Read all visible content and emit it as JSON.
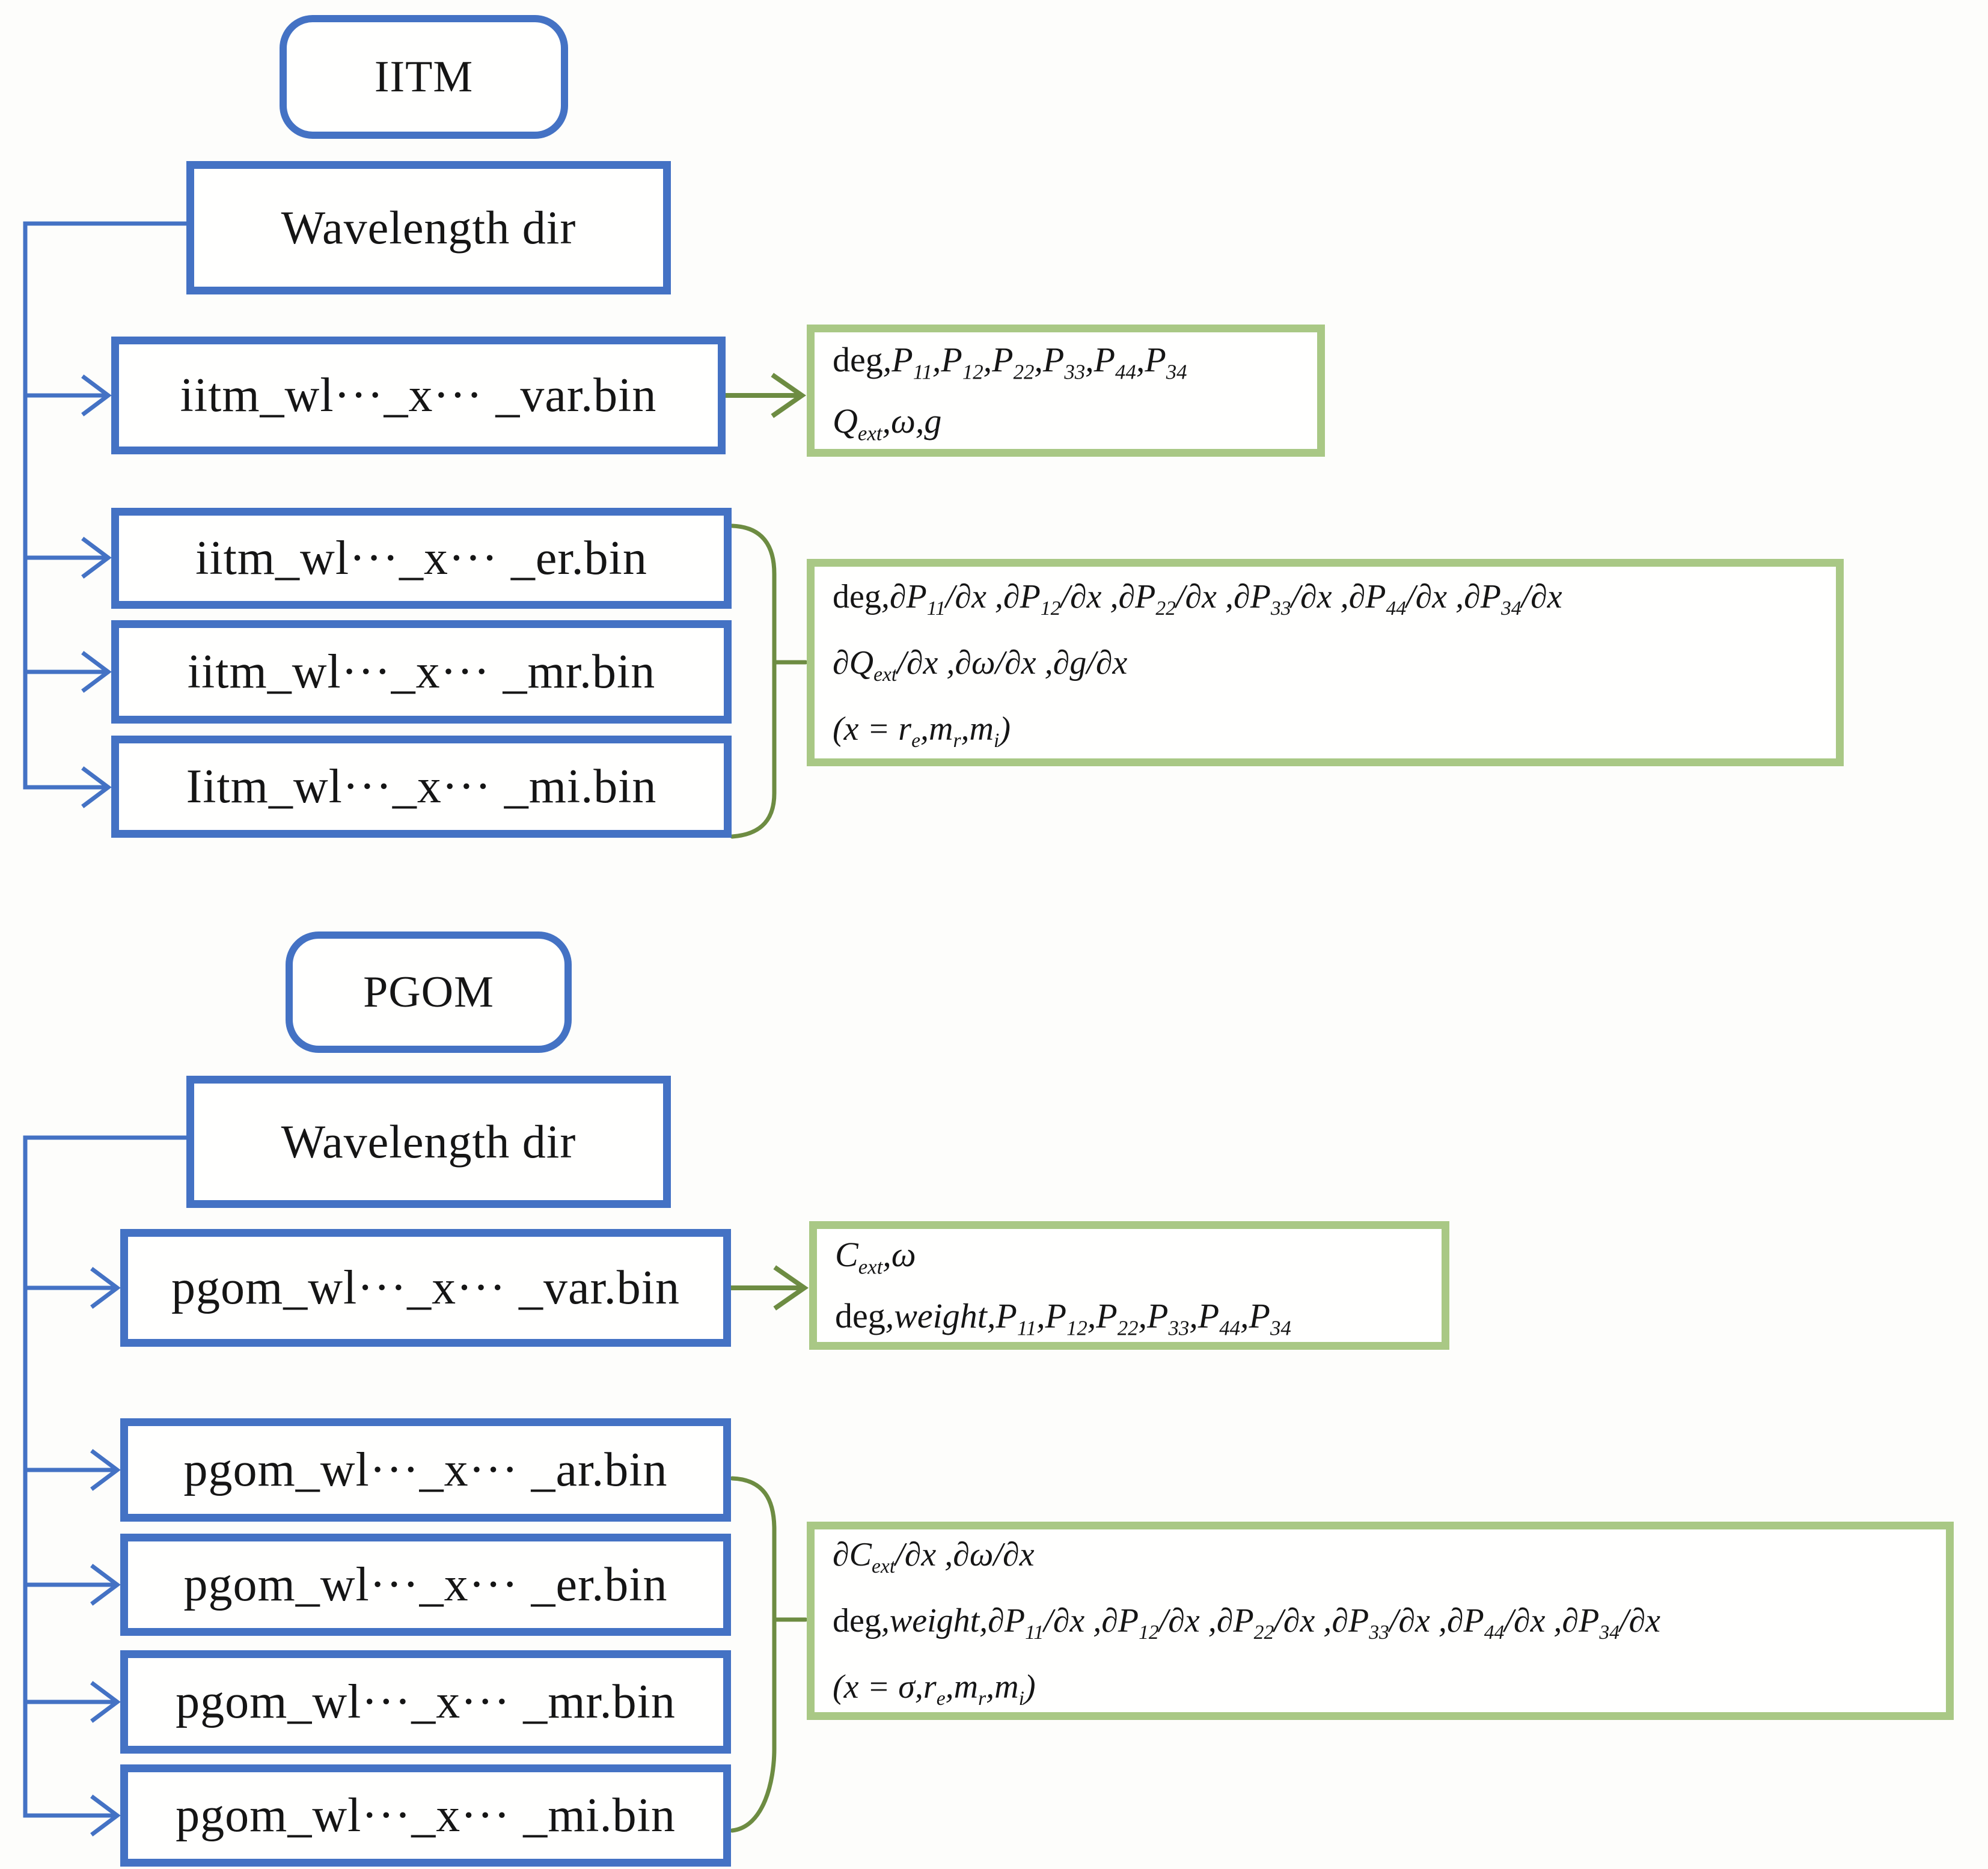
{
  "colors": {
    "blue": "#4472C4",
    "olive": "#6d8c42",
    "green": "#a9c885",
    "ink": "#151515",
    "paper": "#fdfdfb"
  },
  "iitm": {
    "root_label": "IITM",
    "dir_label": "Wavelength dir",
    "var_file": "iitm_wl···_x··· _var.bin",
    "var_output_lines": [
      "deg,P_{11},P_{12},P_{22},P_{33},P_{44},P_{34}",
      "Q_{ext},ω,g"
    ],
    "deriv_files": [
      "iitm_wl···_x··· _er.bin",
      "iitm_wl···_x··· _mr.bin",
      "Iitm_wl···_x··· _mi.bin"
    ],
    "deriv_output_lines": [
      "deg,∂P_{11}/∂x ,∂P_{12}/∂x ,∂P_{22}/∂x ,∂P_{33}/∂x ,∂P_{44}/∂x ,∂P_{34}/∂x",
      "∂Q_{ext}/∂x ,∂ω/∂x ,∂g/∂x",
      "(x = r_{e},m_{r},m_{i})"
    ]
  },
  "pgom": {
    "root_label": "PGOM",
    "dir_label": "Wavelength dir",
    "var_file": "pgom_wl···_x··· _var.bin",
    "var_output_lines": [
      "C_{ext},ω",
      "deg,weight,P_{11},P_{12},P_{22},P_{33},P_{44},P_{34}"
    ],
    "deriv_files": [
      "pgom_wl···_x··· _ar.bin",
      "pgom_wl···_x··· _er.bin",
      "pgom_wl···_x··· _mr.bin",
      "pgom_wl···_x··· _mi.bin"
    ],
    "deriv_output_lines": [
      "∂C_{ext}/∂x ,∂ω/∂x",
      "deg,weight,∂P_{11}/∂x ,∂P_{12}/∂x ,∂P_{22}/∂x ,∂P_{33}/∂x ,∂P_{44}/∂x ,∂P_{34}/∂x",
      "(x = σ,r_{e},m_{r},m_{i})"
    ]
  }
}
